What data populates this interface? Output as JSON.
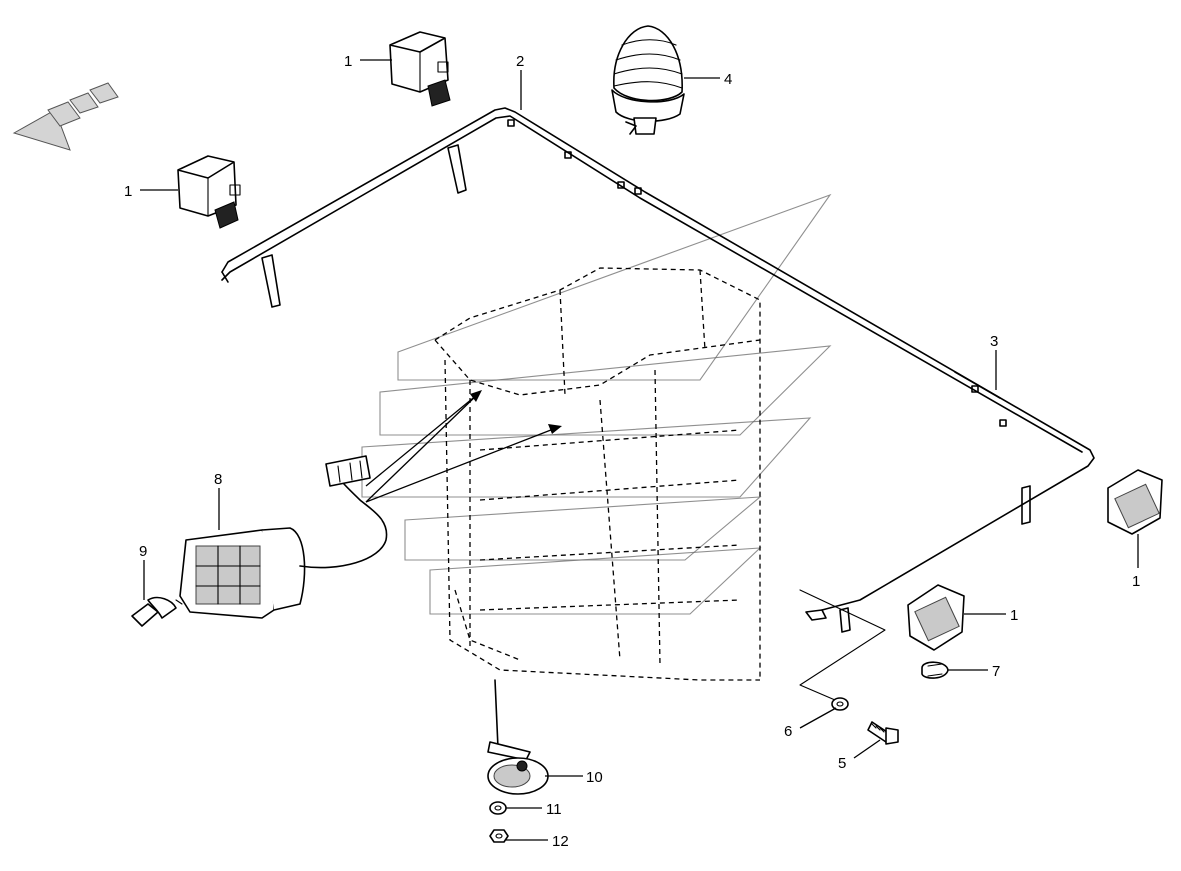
{
  "callouts": [
    {
      "id": "c1a",
      "text": "1"
    },
    {
      "id": "c1b",
      "text": "1"
    },
    {
      "id": "c1c",
      "text": "1"
    },
    {
      "id": "c1d",
      "text": "1"
    },
    {
      "id": "c2",
      "text": "2"
    },
    {
      "id": "c3",
      "text": "3"
    },
    {
      "id": "c4",
      "text": "4"
    },
    {
      "id": "c5",
      "text": "5"
    },
    {
      "id": "c6",
      "text": "6"
    },
    {
      "id": "c7",
      "text": "7"
    },
    {
      "id": "c8",
      "text": "8"
    },
    {
      "id": "c9",
      "text": "9"
    },
    {
      "id": "c10",
      "text": "10"
    },
    {
      "id": "c11",
      "text": "11"
    },
    {
      "id": "c12",
      "text": "12"
    }
  ]
}
